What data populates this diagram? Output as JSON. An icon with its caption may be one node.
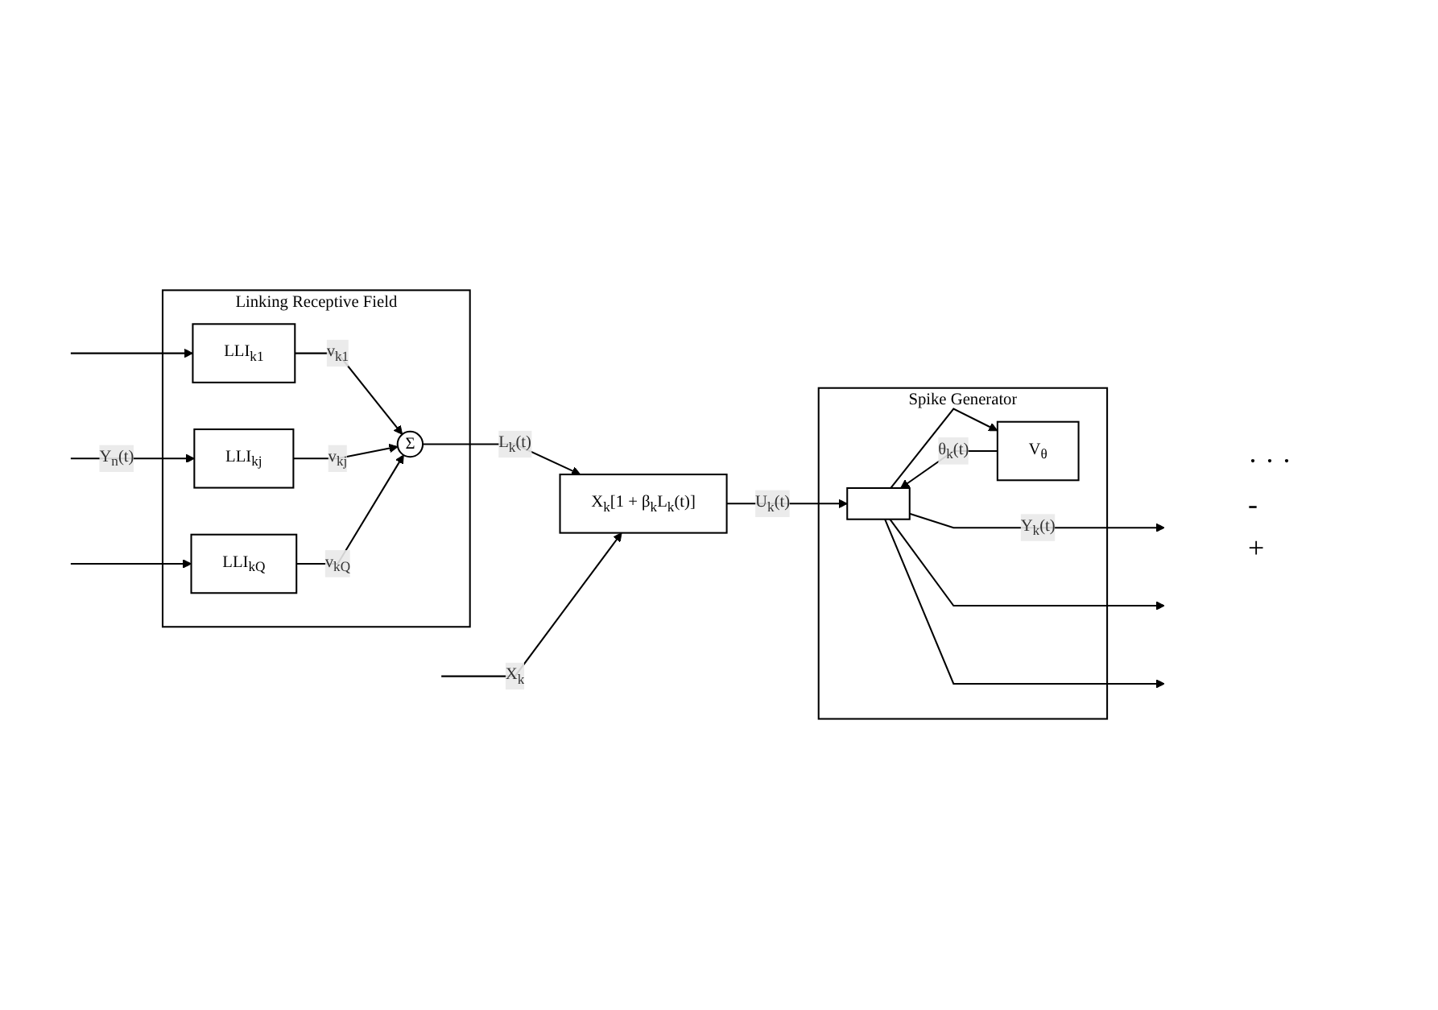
{
  "diagram": {
    "nodes": [
      {
        "text": [
          "Linking Receptive Field"
        ]
      },
      {
        "text": [
          "LLI$_{k1}$"
        ],
        "in": 0
      },
      {
        "text": [
          "LLI$_{kj}$"
        ],
        "in": 0
      },
      {
        "text": [
          "LLI$_{kQ}$"
        ],
        "in": 0
      },
      {
        "text": [
          "Σ"
        ],
        "in": 0
      },
      {
        "text": [
          "X$_{k}$[1 + β$_{k}$L$_{k}$(t)]"
        ]
      },
      {
        "text": [
          "Spike Generator"
        ]
      },
      {
        "text": [
          "V$_{θ}$"
        ],
        "in": 6
      },
      {
        "text": [],
        "shape": "box",
        "in": 6
      }
    ],
    "edges": [
      {
        "from": null,
        "to": 1,
        "arrow": "to"
      },
      {
        "from": null,
        "to": 2,
        "arrow": "to",
        "label": "Y$_{n}$(t)"
      },
      {
        "from": null,
        "to": 3,
        "arrow": "to"
      },
      {
        "from": 1,
        "to": 4,
        "arrow": "to",
        "label": "v$_{k1}$"
      },
      {
        "from": 2,
        "to": 4,
        "arrow": "to",
        "label": "v$_{kj}$"
      },
      {
        "from": 3,
        "to": 4,
        "arrow": "to",
        "label": "v$_{kQ}$"
      },
      {
        "from": 4,
        "to": 5,
        "arrow": "to",
        "label": "L$_{k}$(t)"
      },
      {
        "from": null,
        "to": 5,
        "arrow": "to",
        "label": "X$_{k}$"
      },
      {
        "from": 5,
        "to": 8,
        "arrow": "to",
        "label": "U$_{k}$(t)"
      },
      {
        "from": 7,
        "to": 8,
        "arrow": "to",
        "label": "θ$_{k}$(t)"
      },
      {
        "from": 8,
        "to": 7,
        "arrow": "to"
      },
      {
        "from": 8,
        "to": null,
        "arrow": "to",
        "label": "Y$_{k}$(t)"
      },
      {
        "from": 8,
        "to": null,
        "arrow": "to"
      },
      {
        "from": 8,
        "to": null,
        "arrow": "to"
      }
    ],
    "labels": [
      "· · ·",
      "-",
      "+"
    ]
  }
}
